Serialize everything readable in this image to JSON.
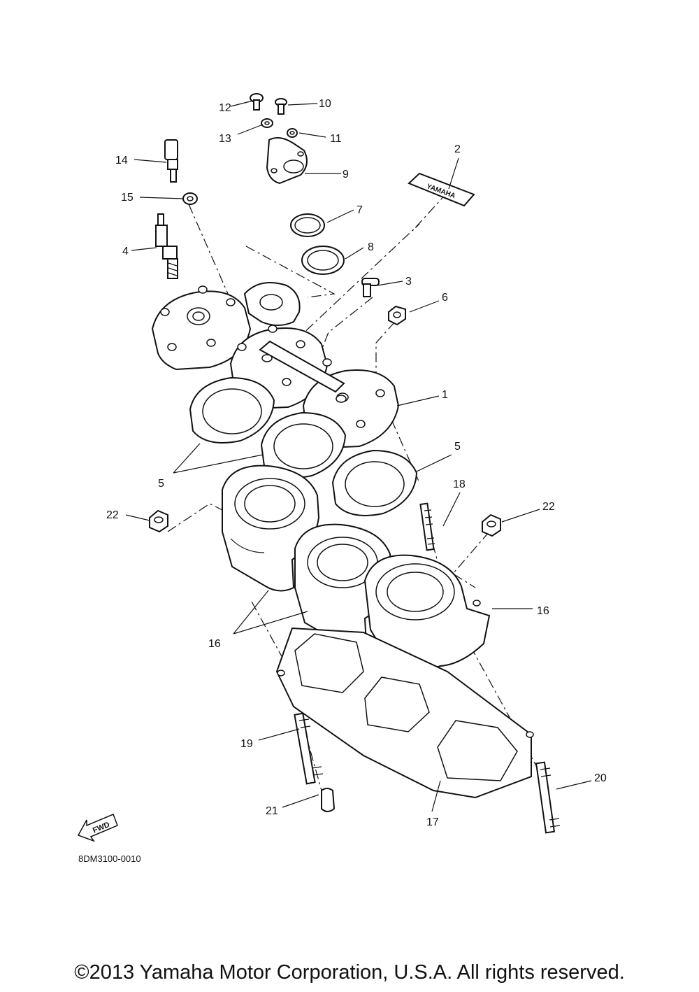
{
  "diagram": {
    "callouts": [
      {
        "id": "1",
        "text": "1"
      },
      {
        "id": "2",
        "text": "2"
      },
      {
        "id": "3",
        "text": "3"
      },
      {
        "id": "4",
        "text": "4"
      },
      {
        "id": "5a",
        "text": "5"
      },
      {
        "id": "5b",
        "text": "5"
      },
      {
        "id": "6",
        "text": "6"
      },
      {
        "id": "7",
        "text": "7"
      },
      {
        "id": "8",
        "text": "8"
      },
      {
        "id": "9",
        "text": "9"
      },
      {
        "id": "10",
        "text": "10"
      },
      {
        "id": "11",
        "text": "11"
      },
      {
        "id": "12",
        "text": "12"
      },
      {
        "id": "13",
        "text": "13"
      },
      {
        "id": "14",
        "text": "14"
      },
      {
        "id": "15",
        "text": "15"
      },
      {
        "id": "16a",
        "text": "16"
      },
      {
        "id": "16b",
        "text": "16"
      },
      {
        "id": "17",
        "text": "17"
      },
      {
        "id": "18",
        "text": "18"
      },
      {
        "id": "19",
        "text": "19"
      },
      {
        "id": "20",
        "text": "20"
      },
      {
        "id": "21",
        "text": "21"
      },
      {
        "id": "22a",
        "text": "22"
      },
      {
        "id": "22b",
        "text": "22"
      }
    ],
    "fwd_label": "FWD",
    "decal_text": "YAMAHA",
    "diagram_code": "8DM3100-0010"
  },
  "footer": {
    "copyright": "©2013 Yamaha Motor Corporation, U.S.A. All rights reserved."
  }
}
